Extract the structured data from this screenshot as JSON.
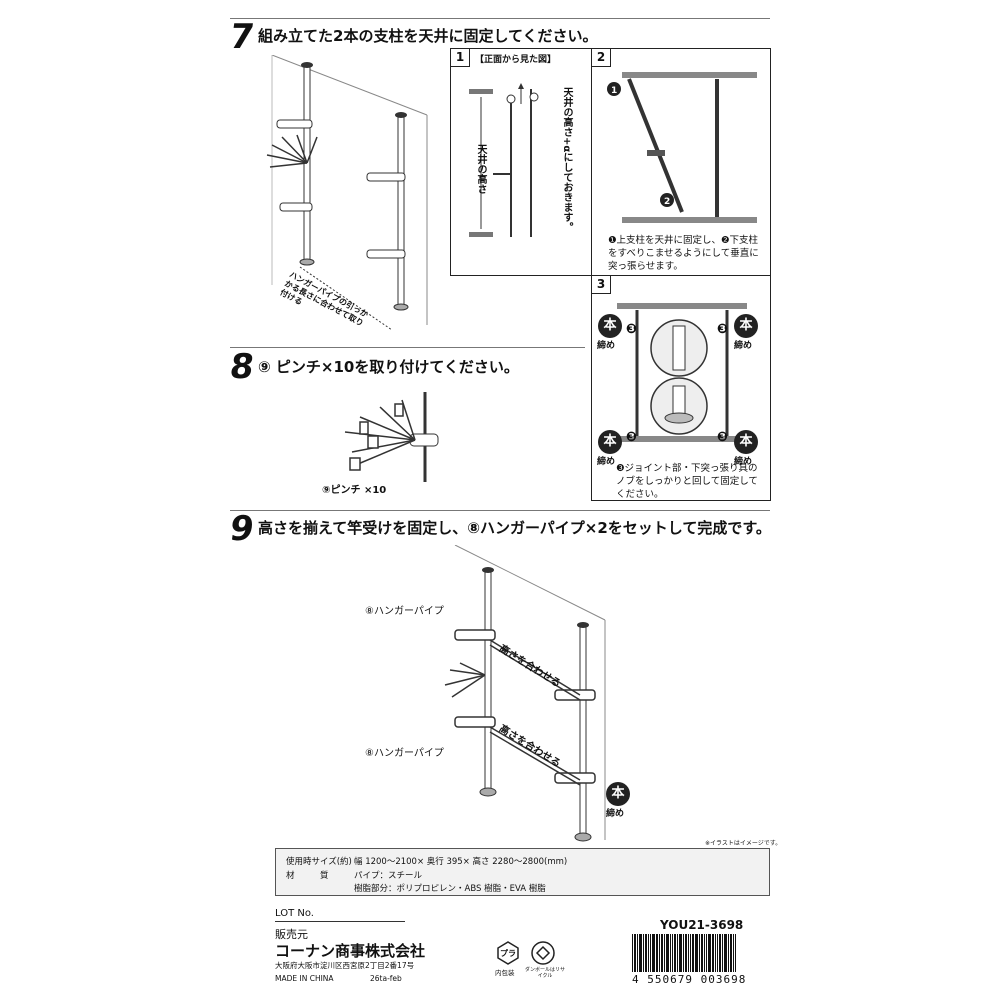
{
  "step7": {
    "num": "7",
    "title": "組み立てた2本の支柱を天井に固定してください。",
    "hanger_note": "ハンガーパイプの引っかかる長さに合わせて取り付ける",
    "panel1": {
      "tag": "1",
      "heading": "【正面から見た図】",
      "ceiling_height": "天井の高さ",
      "alpha_note": "天井の高さ+αにしておきます。"
    },
    "panel2": {
      "tag": "2",
      "text": "❶上支柱を天井に固定し、❷下支柱をすべりこませるようにして垂直に突っ張らせます。"
    },
    "panel3": {
      "tag": "3",
      "hon": "本",
      "shime": "締め",
      "circle3": "❸",
      "text": "❸ジョイント部・下突っ張り具のノブをしっかりと回して固定してください。"
    }
  },
  "step8": {
    "num": "8",
    "title": "⑨ ピンチ×10を取り付けてください。",
    "caption": "⑨ピンチ ×10"
  },
  "step9": {
    "num": "9",
    "title": "高さを揃えて竿受けを固定し、⑧ハンガーパイプ×2をセットして完成です。",
    "hanger_label_1": "⑧ハンガーパイプ",
    "hanger_label_2": "⑧ハンガーパイプ",
    "align_1": "高さを合わせる",
    "align_2": "高さを合わせる",
    "hon": "本",
    "shime": "締め",
    "image_note": "※イラストはイメージです。"
  },
  "spec": {
    "size_label": "使用時サイズ(約)",
    "size_value": "幅 1200〜2100× 奥行 395× 高さ 2280〜2800(mm)",
    "material_label": "材　　　質",
    "material_value1": "パイプ：スチール",
    "material_value2": "樹脂部分：ポリプロピレン・ABS 樹脂・EVA 樹脂"
  },
  "footer": {
    "lot": "LOT No.",
    "seller_label": "販売元",
    "company": "コーナン商事株式会社",
    "address": "大阪府大阪市淀川区西宮原2丁目2番17号",
    "made_in": "MADE IN CHINA",
    "code_small": "26ta-feb",
    "recycle_pla": "プラ",
    "recycle_pla_label": "内包装",
    "recycle_dan_label": "ダンボールはリサイクル",
    "product_code": "YOU21-3698",
    "barcode_number": "4 550679 003698"
  }
}
